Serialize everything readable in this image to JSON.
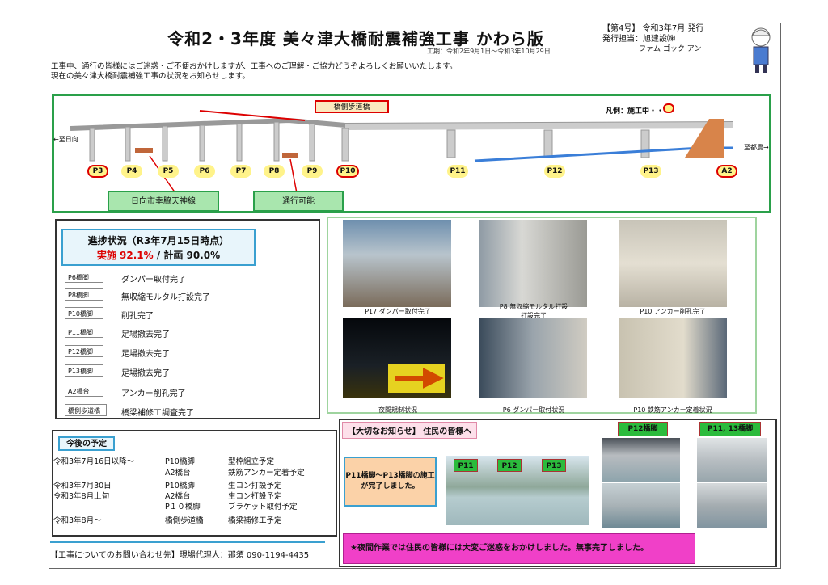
{
  "header": {
    "title": "令和2・3年度 美々津大橋耐震補強工事 かわら版",
    "period": "工期：令和2年9月1日〜令和3年10月29日",
    "issue_line1": "【第4号】 令和3年7月 発行",
    "issue_line2": "発行担当：旭建設㈱",
    "issue_line3": "ファム ゴック アン"
  },
  "intro": {
    "line1": "工事中、通行の皆様にはご迷惑・ご不便おかけしますが、工事へのご理解・ご協力どうぞよろしくお願いいたします。",
    "line2": "現在の美々津大橋耐震補強工事の状況をお知らせします。"
  },
  "diagram": {
    "footbridge_label": "橋側歩道橋",
    "legend": "凡例：施工中・・・",
    "left_dir": "←至日向",
    "right_dir": "至都農→",
    "piers": [
      "P3",
      "P4",
      "P5",
      "P6",
      "P7",
      "P8",
      "P9",
      "P10",
      "P11",
      "P12",
      "P13",
      "A2"
    ],
    "box1": "日向市幸脇天神線",
    "box2": "通行可能"
  },
  "progress": {
    "title": "進捗状況（R3年7月15日時点）",
    "actual": "実施 92.1%",
    "slash": " / ",
    "plan": "計画 90.0%",
    "items": [
      {
        "label": "P6橋脚",
        "text": "ダンパー取付完了"
      },
      {
        "label": "P8橋脚",
        "text": "無収縮モルタル打設完了"
      },
      {
        "label": "P10橋脚",
        "text": "削孔完了"
      },
      {
        "label": "P11橋脚",
        "text": "足場撤去完了"
      },
      {
        "label": "P12橋脚",
        "text": "足場撤去完了"
      },
      {
        "label": "P13橋脚",
        "text": "足場撤去完了"
      },
      {
        "label": "A2橋台",
        "text": "アンカー削孔完了"
      },
      {
        "label": "橋側歩道橋",
        "text": "橋梁補修工調査完了"
      }
    ]
  },
  "photos": {
    "cap1": "P17 ダンパー取付完了",
    "cap2a": "P8 無収縮モルタル打設",
    "cap2b": "打設完了",
    "cap3": "P10 アンカー削孔完了",
    "cap4": "夜間規制状況",
    "cap5": "P6 ダンパー取付状況",
    "cap6": "P10 鉄筋アンカー定着状況"
  },
  "schedule": {
    "title": "今後の予定",
    "rows": [
      {
        "date": "令和3年7月16日以降〜",
        "place": "P10橋脚",
        "work": "型枠組立予定"
      },
      {
        "date": "",
        "place": "A2橋台",
        "work": "鉄筋アンカー定着予定"
      },
      {
        "date": "令和3年7月30日",
        "place": "P10橋脚",
        "work": "生コン打設予定"
      },
      {
        "date": "令和3年8月上旬",
        "place": "A2橋台",
        "work": "生コン打設予定"
      },
      {
        "date": "",
        "place": "P１０橋脚",
        "work": "ブラケット取付予定"
      },
      {
        "date": "令和3年8月〜",
        "place": "橋側歩道橋",
        "work": "橋梁補修工予定"
      }
    ]
  },
  "contact": "【工事についてのお問い合わせ先】現場代理人：那須 090-1194-4435",
  "notice": {
    "title": "【大切なお知らせ】 住民の皆様へ",
    "complete": "P11橋脚〜P13橋脚の施工が完了しました。",
    "tag_p11": "P11",
    "tag_p12": "P12",
    "tag_p13": "P13",
    "head_p12": "P12橋脚",
    "head_p1113": "P11, 13橋脚",
    "bottom": "★夜間作業では住民の皆様には大変ご迷惑をおかけしました。無事完了しました。"
  }
}
